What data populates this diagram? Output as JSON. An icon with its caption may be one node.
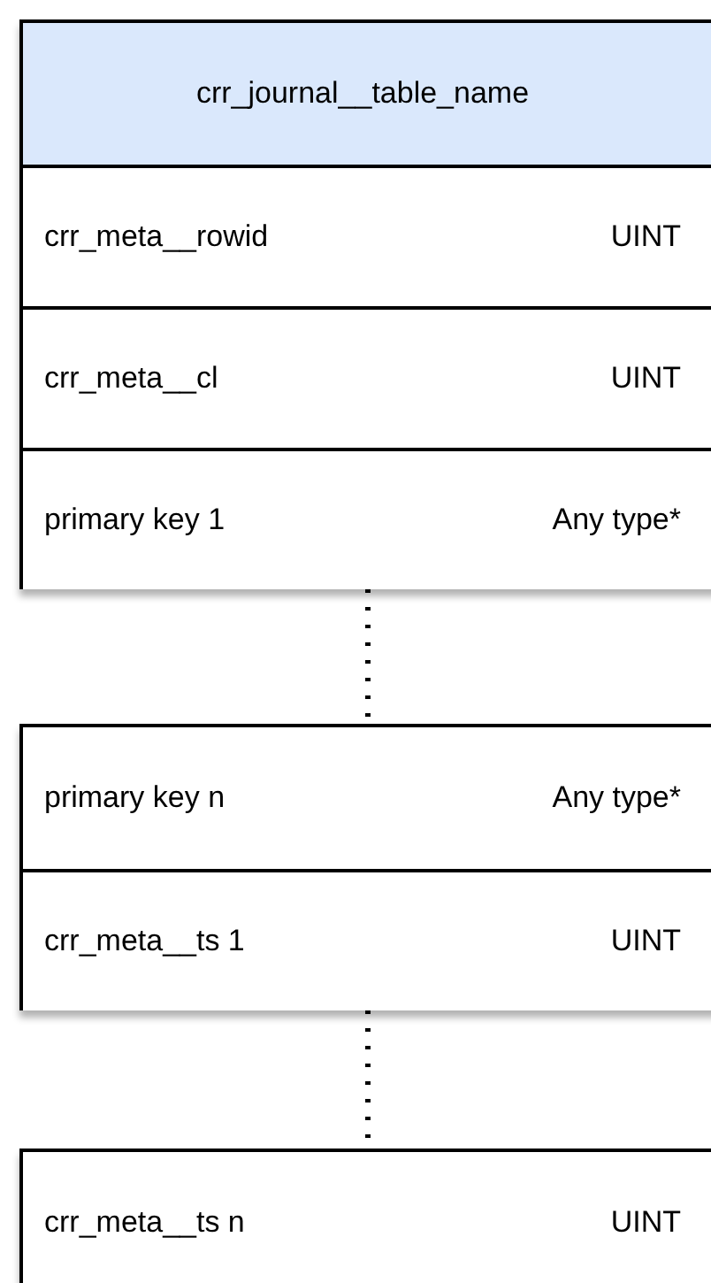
{
  "diagram": {
    "nodes": [
      {
        "text": [],
        "shape": "box"
      },
      {
        "text": [
          "crr_journal__table_name"
        ],
        "in": 0
      },
      {
        "text": [
          "crr_meta__rowid",
          "UINT"
        ],
        "in": 0
      },
      {
        "text": [
          "crr_meta__cl",
          "UINT"
        ],
        "in": 0
      },
      {
        "text": [
          "primary key 1",
          "Any type*"
        ],
        "in": 0
      },
      {
        "text": [],
        "shape": "box"
      },
      {
        "text": [
          "primary key n",
          "Any type*"
        ],
        "in": 5
      },
      {
        "text": [
          "crr_meta__ts 1",
          "UINT"
        ],
        "in": 5
      },
      {
        "text": [],
        "shape": "box"
      },
      {
        "text": [
          "crr_meta__ts n",
          "UINT"
        ],
        "in": 8
      }
    ],
    "edges": [
      {
        "from": 0,
        "to": 5,
        "arrow": "none",
        "style": "dashed"
      },
      {
        "from": 5,
        "to": 8,
        "arrow": "none",
        "style": "dashed"
      }
    ]
  }
}
